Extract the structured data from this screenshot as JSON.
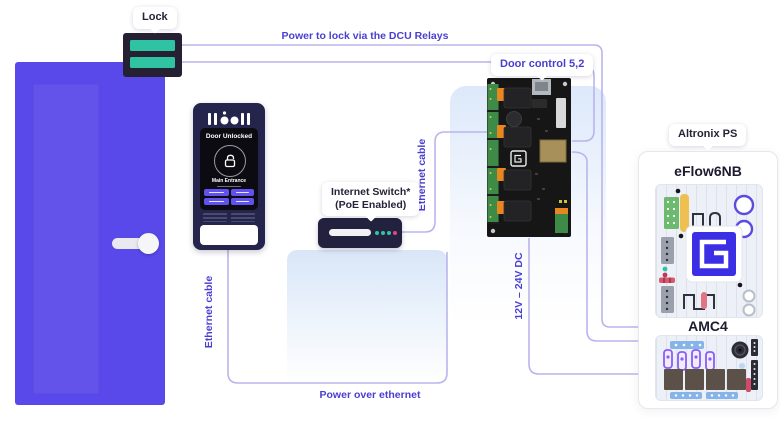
{
  "callouts": {
    "lock": "Lock",
    "door_control": "Door control 5,2",
    "switch_line1": "Internet Switch*",
    "switch_line2": "(PoE Enabled)",
    "altronix": "Altronix PS"
  },
  "cable_labels": {
    "power_to_lock": "Power to lock via the DCU Relays",
    "ethernet_switch": "Ethernet cable",
    "ethernet_intercom": "Ethernet cable",
    "dc_power": "12V – 24V DC",
    "poe": "Power over ethernet"
  },
  "intercom": {
    "status": "Door Unlocked",
    "location": "Main Entrance"
  },
  "power_supply": {
    "label_top": "eFlow6NB",
    "label_bottom": "AMC4"
  },
  "colors": {
    "connector_line": "#b9b5ec",
    "accent_purple": "#4a3ed0",
    "door": "#5a49ea",
    "teal": "#2fc3a4",
    "pink": "#e0457b",
    "eflow_blue": "#3b2ee4",
    "intercom_body": "#24244c"
  }
}
